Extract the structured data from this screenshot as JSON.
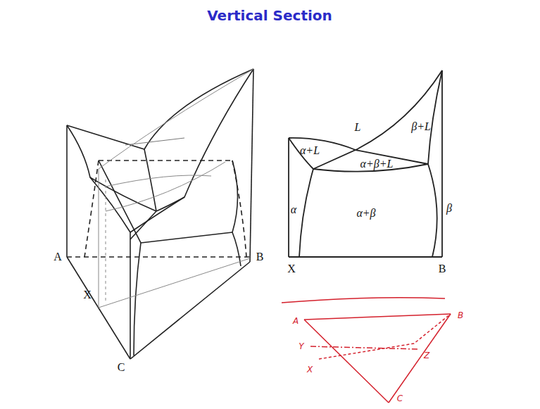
{
  "diagram": {
    "title": "Vertical Section",
    "labels": [
      "A",
      "B",
      "X",
      "C",
      "L",
      "β+L",
      "α+L",
      "α+β+L",
      "α",
      "α+β",
      "β",
      "X",
      "B",
      "A",
      "B",
      "Y",
      "Z",
      "X",
      "C"
    ]
  }
}
